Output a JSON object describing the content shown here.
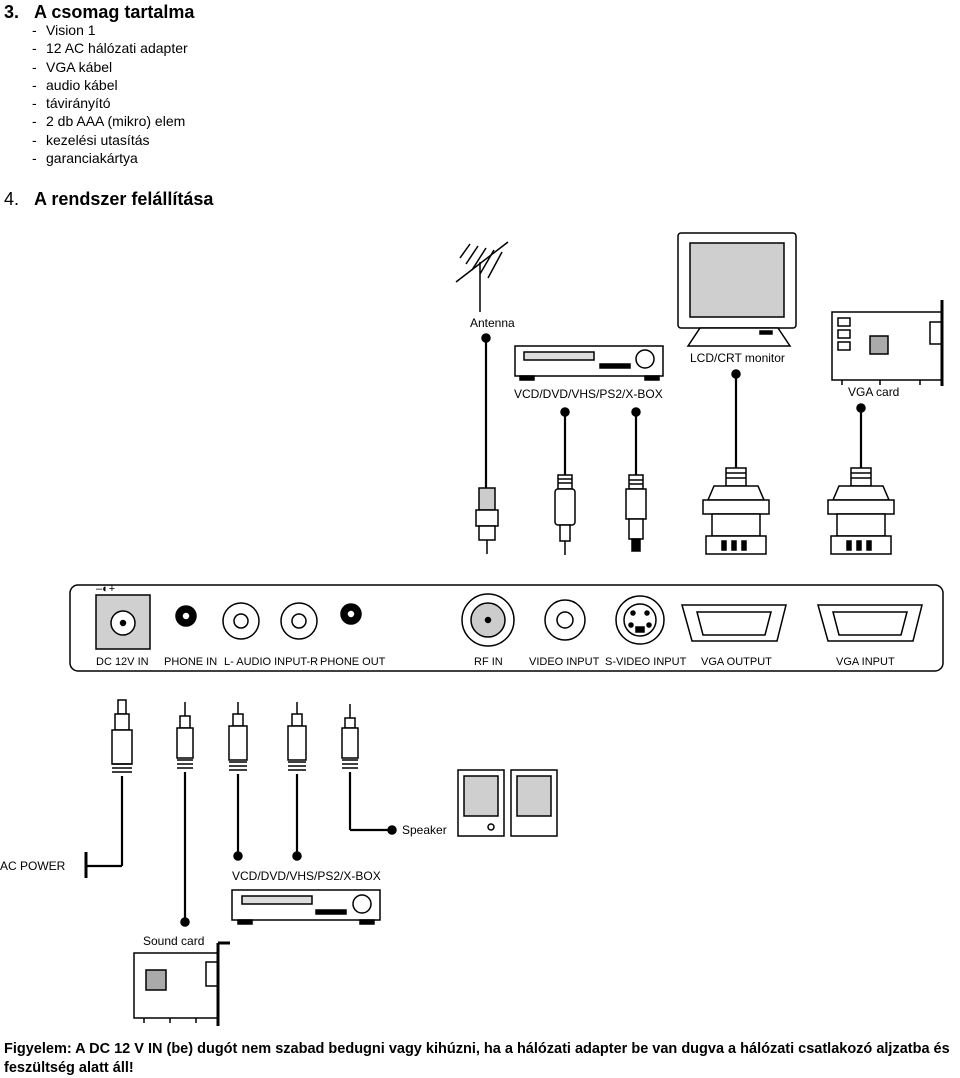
{
  "section3": {
    "number": "3.",
    "title": "A csomag tartalma",
    "items": [
      "Vision 1",
      "12 AC hálózati adapter",
      "VGA kábel",
      "audio kábel",
      "távirányító",
      "2 db AAA (mikro) elem",
      "kezelési utasítás",
      "garanciakártya"
    ]
  },
  "section4": {
    "number": "4.",
    "title": "A rendszer felállítása"
  },
  "diagram": {
    "devices": {
      "antenna": "Antenna",
      "player_top": "VCD/DVD/VHS/PS2/X-BOX",
      "monitor": "LCD/CRT monitor",
      "vga_card": "VGA card",
      "speaker": "Speaker",
      "ac_power": "AC POWER",
      "player_bottom": "VCD/DVD/VHS/PS2/X-BOX",
      "sound_card": "Sound card"
    },
    "panel_ports": [
      "DC 12V IN",
      "PHONE IN",
      "L- AUDIO INPUT-R",
      "PHONE OUT",
      "RF IN",
      "VIDEO INPUT",
      "S-VIDEO INPUT",
      "VGA OUTPUT",
      "VGA INPUT"
    ],
    "polarity_symbol": "–◐+"
  },
  "warning": {
    "text": "Figyelem: A DC 12 V IN (be) dugót nem szabad bedugni vagy kihúzni, ha a hálózati adapter be van dugva a hálózati csatlakozó aljzatba és feszültség alatt áll!"
  }
}
